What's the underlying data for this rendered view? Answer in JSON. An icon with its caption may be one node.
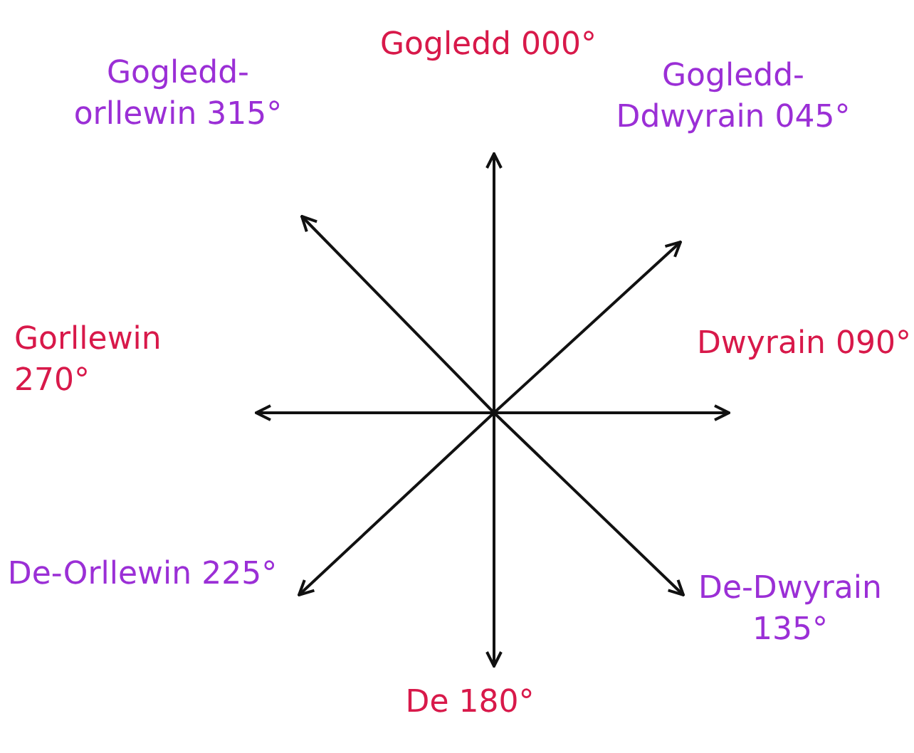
{
  "diagram": {
    "labels": [
      "Gogledd 000°",
      "Gogledd-Ddwyrain 045°",
      "Dwyrain 090°",
      "De-Dwyrain 135°",
      "De 180°",
      "De-Orllewin 225°",
      "Gorllewin 270°",
      "Gogledd-orllewin 315°"
    ]
  }
}
